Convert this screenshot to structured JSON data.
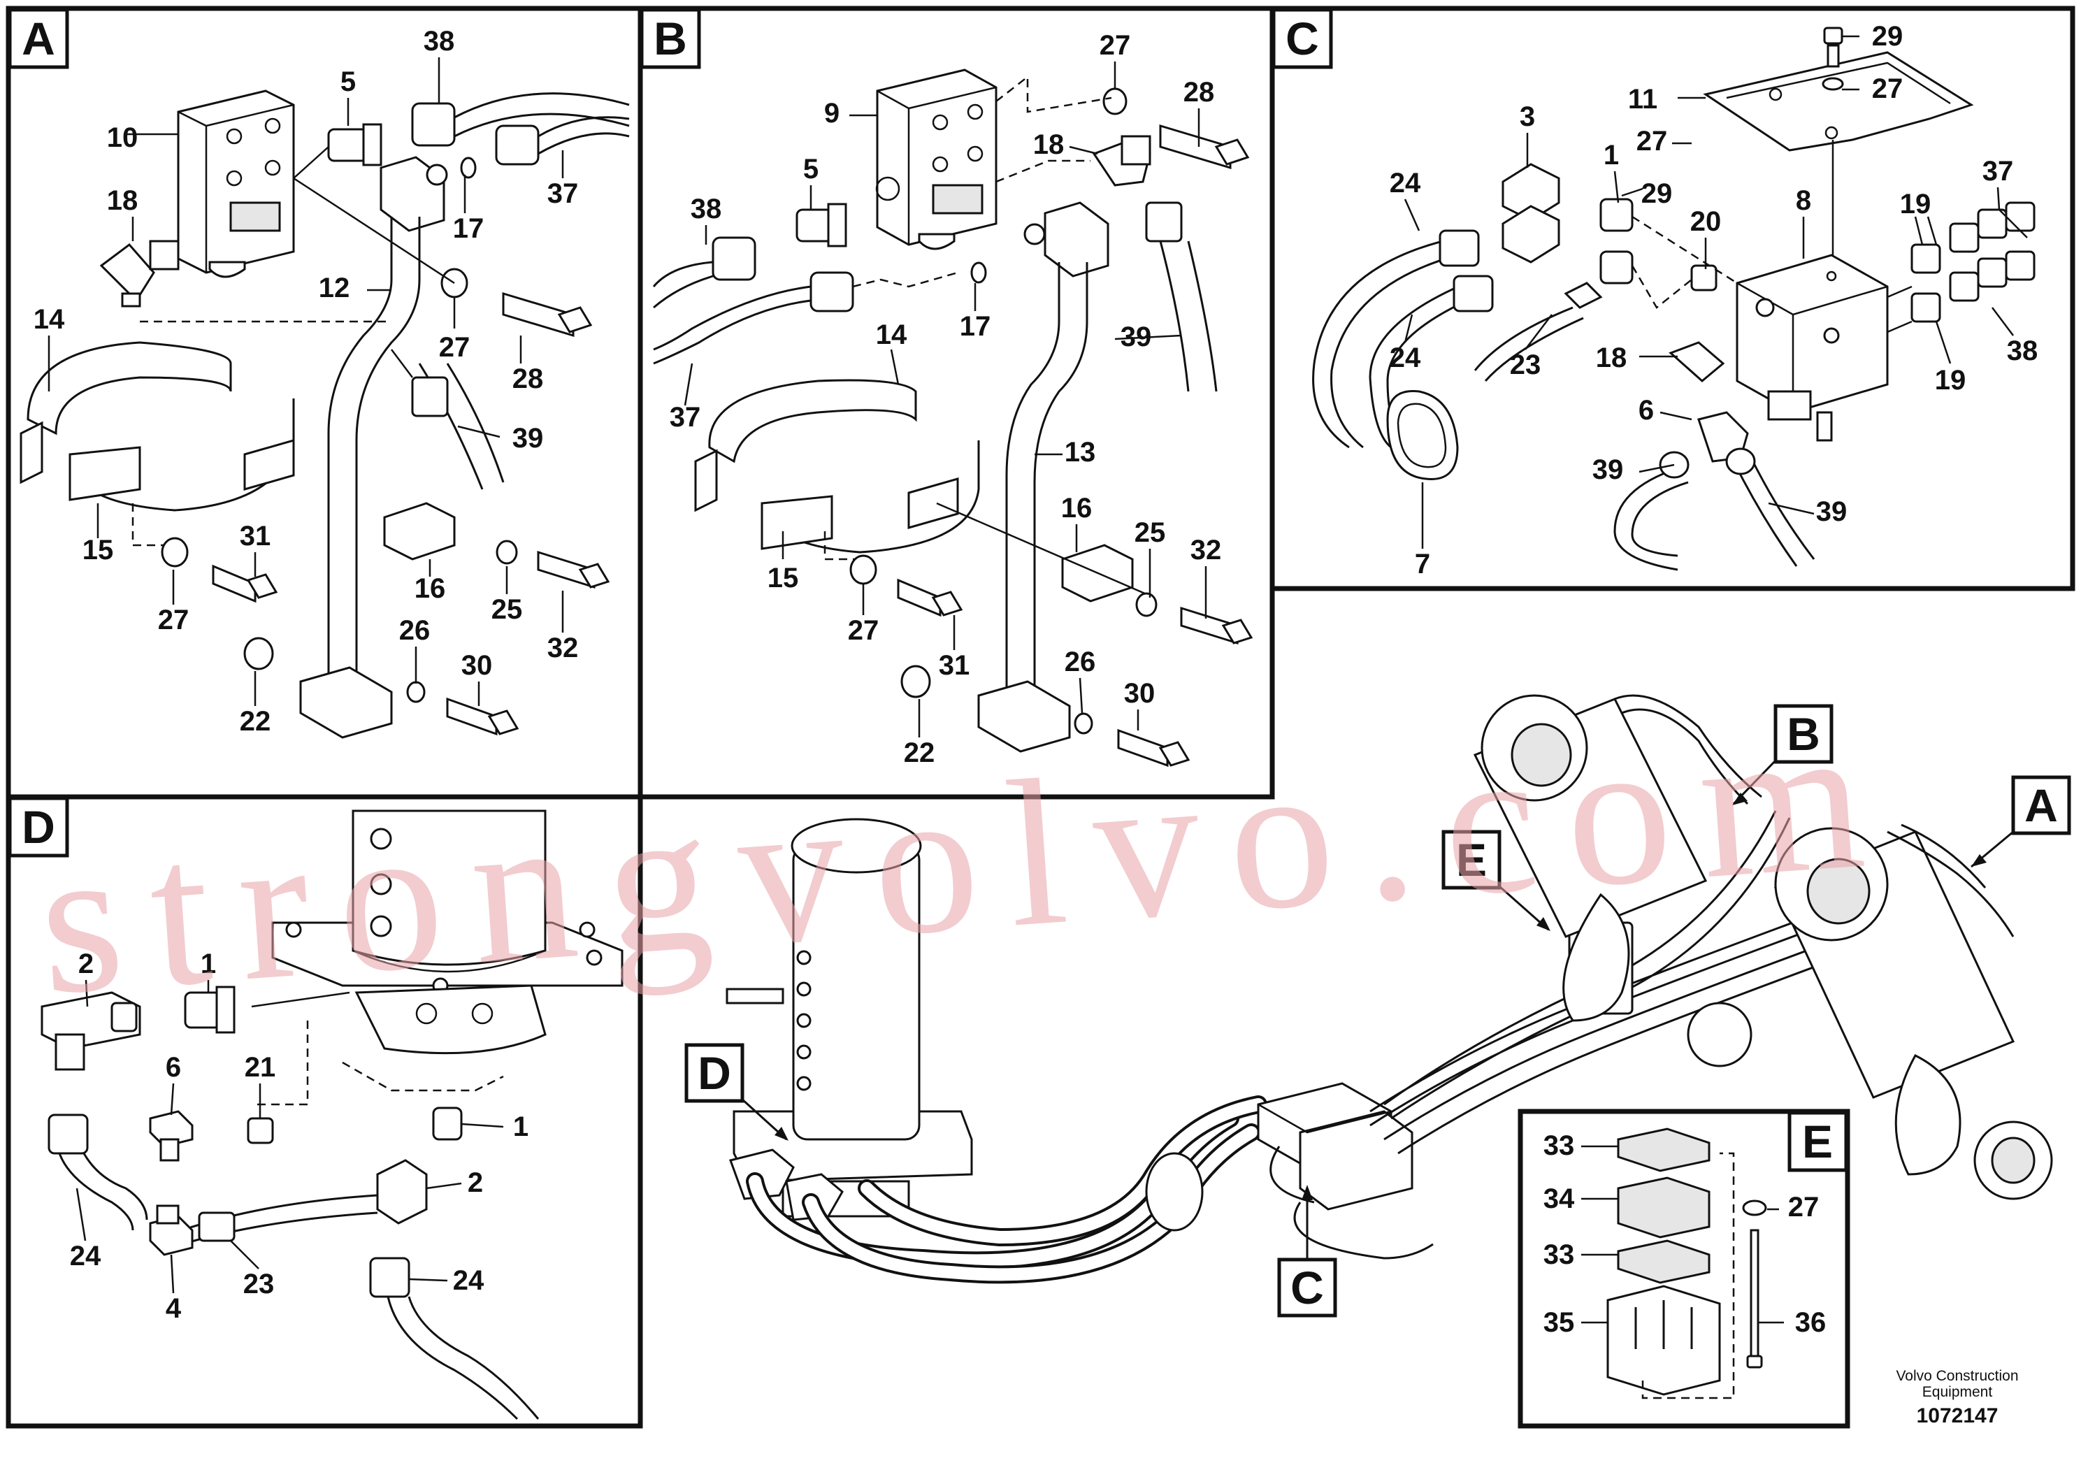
{
  "panels": [
    {
      "letter": "A",
      "labels": [
        "38",
        "5",
        "10",
        "37",
        "18",
        "17",
        "12",
        "27",
        "28",
        "14",
        "39",
        "15",
        "31",
        "16",
        "25",
        "27",
        "32",
        "26",
        "30",
        "22"
      ]
    },
    {
      "letter": "B",
      "labels": [
        "27",
        "28",
        "9",
        "18",
        "5",
        "38",
        "17",
        "39",
        "14",
        "37",
        "13",
        "16",
        "25",
        "32",
        "15",
        "27",
        "31",
        "26",
        "30",
        "22"
      ]
    },
    {
      "letter": "C",
      "labels": [
        "29",
        "11",
        "27",
        "27",
        "3",
        "29",
        "1",
        "24",
        "20",
        "8",
        "37",
        "19",
        "24",
        "23",
        "18",
        "38",
        "19",
        "6",
        "39",
        "39",
        "7"
      ]
    },
    {
      "letter": "D",
      "labels": [
        "2",
        "1",
        "6",
        "21",
        "1",
        "2",
        "24",
        "23",
        "24",
        "4"
      ]
    },
    {
      "letter": "E",
      "labels": [
        "33",
        "34",
        "33",
        "35",
        "27",
        "36"
      ]
    }
  ],
  "overview_callouts": [
    "A",
    "B",
    "C",
    "D",
    "E"
  ],
  "footer": {
    "company": "Volvo Construction",
    "company2": "Equipment",
    "drawing_number": "1072147"
  },
  "watermark": "strongvolvo.com"
}
